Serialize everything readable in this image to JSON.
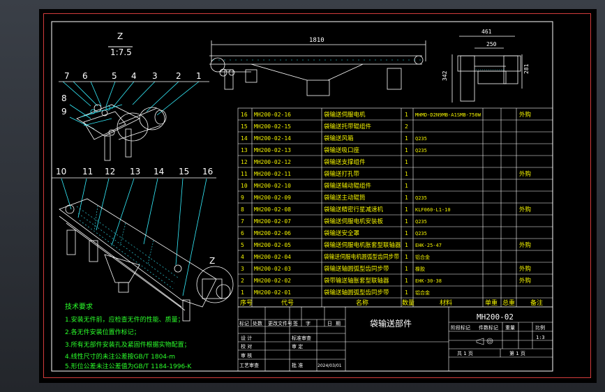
{
  "detail_view": {
    "label": "Z",
    "scale": "1:7.5"
  },
  "detail_balloons": [
    "7",
    "6",
    "5",
    "4",
    "3",
    "2",
    "1",
    "8",
    "9"
  ],
  "main_balloons": [
    "10",
    "11",
    "12",
    "13",
    "14",
    "15",
    "16"
  ],
  "main_view_label": "Z",
  "dimensions": {
    "length": "1810",
    "width_overall": "461",
    "width_inner": "250",
    "height_left": "342",
    "height_right": "281"
  },
  "bom": {
    "headers": [
      "序号",
      "代号",
      "名称",
      "数量",
      "材料",
      "单重",
      "总重",
      "备注"
    ],
    "rows": [
      {
        "no": "16",
        "code": "MH200-02-16",
        "name": "袋输送伺服电机",
        "qty": "1",
        "mat": "MHMD-D2N9MB-A1SMB-750W",
        "note": "外购"
      },
      {
        "no": "15",
        "code": "MH200-02-15",
        "name": "袋输送托带辊组件",
        "qty": "2",
        "mat": "",
        "note": ""
      },
      {
        "no": "14",
        "code": "MH200-02-14",
        "name": "袋输送风箱",
        "qty": "1",
        "mat": "Q235",
        "note": ""
      },
      {
        "no": "13",
        "code": "MH200-02-13",
        "name": "袋输送吸口座",
        "qty": "1",
        "mat": "Q235",
        "note": ""
      },
      {
        "no": "12",
        "code": "MH200-02-12",
        "name": "袋输送支撑组件",
        "qty": "1",
        "mat": "",
        "note": ""
      },
      {
        "no": "11",
        "code": "MH200-02-11",
        "name": "袋输送打孔带",
        "qty": "1",
        "mat": "",
        "note": "外购"
      },
      {
        "no": "10",
        "code": "MH200-02-10",
        "name": "袋输送辅动辊组件",
        "qty": "1",
        "mat": "",
        "note": ""
      },
      {
        "no": "9",
        "code": "MH200-02-09",
        "name": "袋输送主动辊筒",
        "qty": "1",
        "mat": "Q235",
        "note": ""
      },
      {
        "no": "8",
        "code": "MH200-02-08",
        "name": "袋输送精密行星减速机",
        "qty": "1",
        "mat": "KLF060-L1-10",
        "note": "外购"
      },
      {
        "no": "7",
        "code": "MH200-02-07",
        "name": "袋输送伺服电机安装板",
        "qty": "1",
        "mat": "Q235",
        "note": ""
      },
      {
        "no": "6",
        "code": "MH200-02-06",
        "name": "袋输送安全罩",
        "qty": "1",
        "mat": "Q235",
        "note": ""
      },
      {
        "no": "5",
        "code": "MH200-02-05",
        "name": "袋输送伺服电机胀套型联轴器",
        "qty": "1",
        "mat": "EHK-25-47",
        "note": "外购"
      },
      {
        "no": "4",
        "code": "MH200-02-04",
        "name": "袋输送伺服电机圆弧型齿同步带",
        "qty": "1",
        "mat": "铝合金",
        "note": ""
      },
      {
        "no": "3",
        "code": "MH200-02-03",
        "name": "袋输送轴圆弧型齿同步带",
        "qty": "1",
        "mat": "橡胶",
        "note": "外购"
      },
      {
        "no": "2",
        "code": "MH200-02-02",
        "name": "袋带输送轴胀套型联轴器",
        "qty": "1",
        "mat": "EHK-30-38",
        "note": "外购"
      },
      {
        "no": "1",
        "code": "MH200-02-01",
        "name": "袋输送轴圆弧型齿同步带",
        "qty": "1",
        "mat": "铝合金",
        "note": ""
      }
    ]
  },
  "title_block": {
    "drawing_no": "MH200-02",
    "drawing_name": "袋输送部件",
    "rev_labels": [
      "标记",
      "处数",
      "更改文件号",
      "签",
      "字",
      "日",
      "期"
    ],
    "sign_labels": [
      "设 计",
      "校 对",
      "审 核",
      "工艺审查"
    ],
    "sign_labels_2": [
      "标准审查",
      "审 定",
      "批 准"
    ],
    "date": "2024/03/01",
    "stage_headers": [
      "阶段标记",
      "件数标记",
      "重量",
      "比例"
    ],
    "scale": "1:3",
    "sheet_total": "共  1  页",
    "sheet_no": "第  1  页"
  },
  "notes": {
    "title": "技术要求",
    "items": [
      "1.安装无件前，应检查无件的性能、质量；",
      "2.各无件安装位置作标记；",
      "3.所有无部件安装孔及紧固件根据实物配置；",
      "4.线性尺寸的未注公差按GB/T 1804-m",
      "5.形位公差未注公差值为GB/T 1184-1996-K"
    ]
  }
}
